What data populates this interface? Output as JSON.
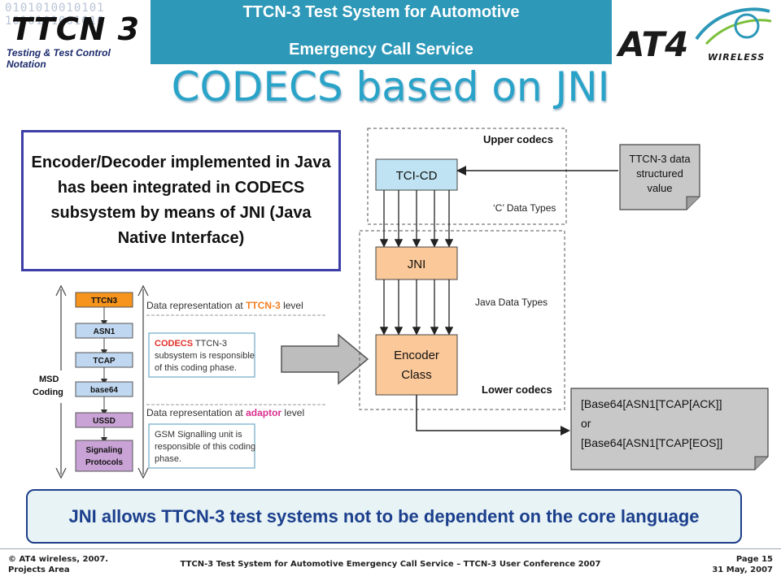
{
  "header": {
    "ttcn_logo_mark": "TTCN 3",
    "ttcn_logo_binary_1": "0101010010101",
    "ttcn_logo_binary_2": "1010101001010",
    "ttcn_logo_tagline": "Testing & Test Control Notation",
    "title_line1": "TTCN-3 Test System for Automotive",
    "title_line2": "Emergency Call Service",
    "at4_logo_mark": "AT4",
    "at4_logo_sub": "WIRELESS"
  },
  "slide_title": "CODECS based on JNI",
  "description": "Encoder/Decoder implemented in Java has been integrated in CODECS subsystem  by means of JNI (Java Native Interface)",
  "stack": {
    "side_label_1": "MSD",
    "side_label_2": "Coding",
    "layers": [
      "TTCN3",
      "ASN1",
      "TCAP",
      "base64",
      "USSD"
    ],
    "signaling_1": "Signaling",
    "signaling_2": "Protocols",
    "ttcn_level_prefix": "Data representation at ",
    "ttcn_level_hl": "TTCN-3",
    "ttcn_level_suffix": " level",
    "codecs_hl": "CODECS",
    "codecs_line1": " TTCN-3",
    "codecs_line2": "subsystem is responsible",
    "codecs_line3": "of this coding phase.",
    "adaptor_level_prefix": "Data representation at ",
    "adaptor_level_hl": "adaptor",
    "adaptor_level_suffix": " level",
    "gsm_line1": "GSM Signalling unit is",
    "gsm_line2": "responsible of this coding",
    "gsm_line3": "phase."
  },
  "arch": {
    "upper_codecs": "Upper codecs",
    "lower_codecs": "Lower codecs",
    "tci_cd": "TCI-CD",
    "c_types": "‘C’ Data Types",
    "jni": "JNI",
    "java_types": "Java Data Types",
    "encoder": "Encoder",
    "class": "Class",
    "input_line1": "TTCN-3 data",
    "input_line2": "structured",
    "input_line3": "value",
    "output_line1": "[Base64[ASN1[TCAP[ACK]]",
    "output_line2": "or",
    "output_line3": "[Base64[ASN1[TCAP[EOS]]"
  },
  "banner": "JNI allows TTCN-3 test systems not to be dependent on the core language",
  "footer": {
    "copyright": "© AT4 wireless, 2007.",
    "area": "Projects Area",
    "center": "TTCN-3 Test System for Automotive Emergency Call Service – TTCN-3 User Conference 2007",
    "page": "Page 15",
    "date": "31 May, 2007"
  },
  "colors": {
    "title": "#2aa3c9",
    "header_band": "#2d98b8",
    "orange_box": "#fbc899",
    "layer_orange": "#f7941d",
    "layer_blue": "#bfd7f0",
    "layer_purple": "#c9a3d6",
    "banner_text": "#1b3f8c",
    "highlight_red": "#e0302a",
    "highlight_orange": "#f47f22",
    "highlight_magenta": "#d92e8f"
  }
}
